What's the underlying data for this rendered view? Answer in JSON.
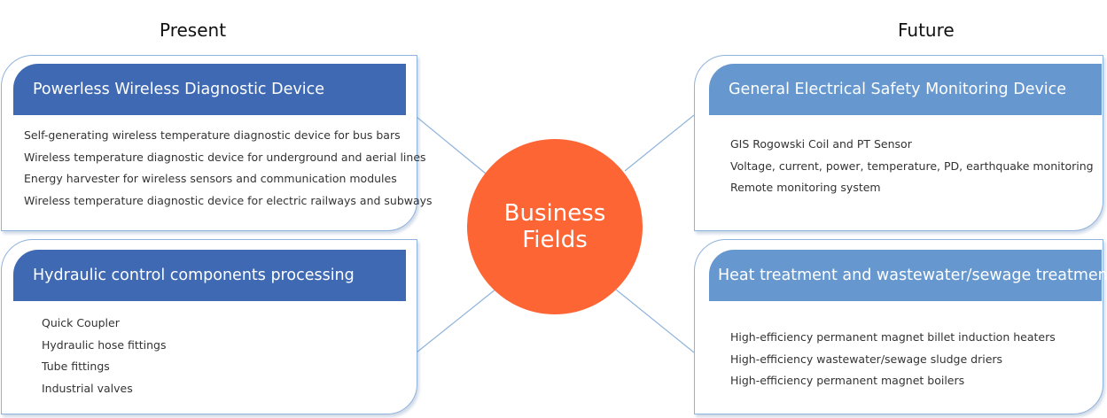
{
  "columns": {
    "present": "Present",
    "future": "Future"
  },
  "center": {
    "line1": "Business",
    "line2": "Fields"
  },
  "colors": {
    "left_header": "#3f6ab3",
    "right_header": "#6698cf",
    "center_circle": "#fd6535",
    "card_border": "#8fb3dc",
    "connector": "#8fb3dc"
  },
  "cards": {
    "left_top": {
      "title": "Powerless Wireless Diagnostic Device",
      "items": [
        "Self-generating wireless temperature diagnostic device for bus bars",
        "Wireless temperature diagnostic device for underground and aerial lines",
        "Energy harvester for wireless sensors and communication modules",
        "Wireless temperature diagnostic device for electric railways and subways"
      ]
    },
    "left_bottom": {
      "title": "Hydraulic control components processing",
      "items": [
        "Quick Coupler",
        "Hydraulic hose fittings",
        "Tube fittings",
        "Industrial valves"
      ]
    },
    "right_top": {
      "title": "General Electrical Safety Monitoring Device",
      "items": [
        "GIS Rogowski Coil and PT Sensor",
        "Voltage, current, power, temperature, PD, earthquake monitoring",
        "Remote monitoring system"
      ]
    },
    "right_bottom": {
      "title": "Heat treatment and wastewater/sewage treatment",
      "items": [
        "High-efficiency permanent magnet billet induction heaters",
        "High-efficiency wastewater/sewage sludge driers",
        "High-efficiency permanent magnet boilers"
      ]
    }
  }
}
